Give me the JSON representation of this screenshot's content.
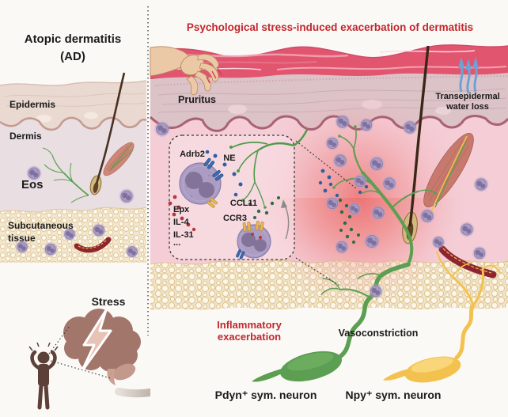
{
  "figure": {
    "left_panel": {
      "title_line1": "Atopic dermatitis",
      "title_line2": "(AD)",
      "label_epidermis": "Epidermis",
      "label_dermis": "Dermis",
      "label_eos": "Eos",
      "label_subcutaneous_line1": "Subcutaneous",
      "label_subcutaneous_line2": "tissue",
      "label_stress": "Stress"
    },
    "right_panel": {
      "title": "Psychological stress-induced exacerbation of dermatitis",
      "label_pruritus": "Pruritus",
      "label_tewl_line1": "Transepidermal",
      "label_tewl_line2": "water loss",
      "label_inflammatory_line1": "Inflammatory",
      "label_inflammatory_line2": "exacerbation",
      "label_vasoconstriction": "Vasoconstriction",
      "label_pdyn_neuron": "Pdyn⁺ sym. neuron",
      "label_npy_neuron": "Npy⁺ sym. neuron",
      "inset": {
        "label_adrb2": "Adrb2",
        "label_ne": "NE",
        "label_epx": "Epx",
        "label_il4": "IL-4",
        "label_il31": "IL-31",
        "label_ellipsis": "...",
        "label_ccl11": "CCL11",
        "label_ccr3": "CCR3"
      }
    },
    "colors": {
      "title_red": "#c1272d",
      "neuron_green": "#5c9e52",
      "neuron_yellow": "#f3c14d",
      "eosinophil_body": "#a99ac1",
      "eosinophil_nucleus": "#7f719f",
      "ne_dot_blue": "#2f5fa0",
      "mediator_dot_red": "#b5383c",
      "ccl11_dot_green": "#2e6b46",
      "tewl_arrow_blue": "#6aa3d8",
      "brain_brown": "#a3766b",
      "person_brown": "#5d4037"
    }
  }
}
